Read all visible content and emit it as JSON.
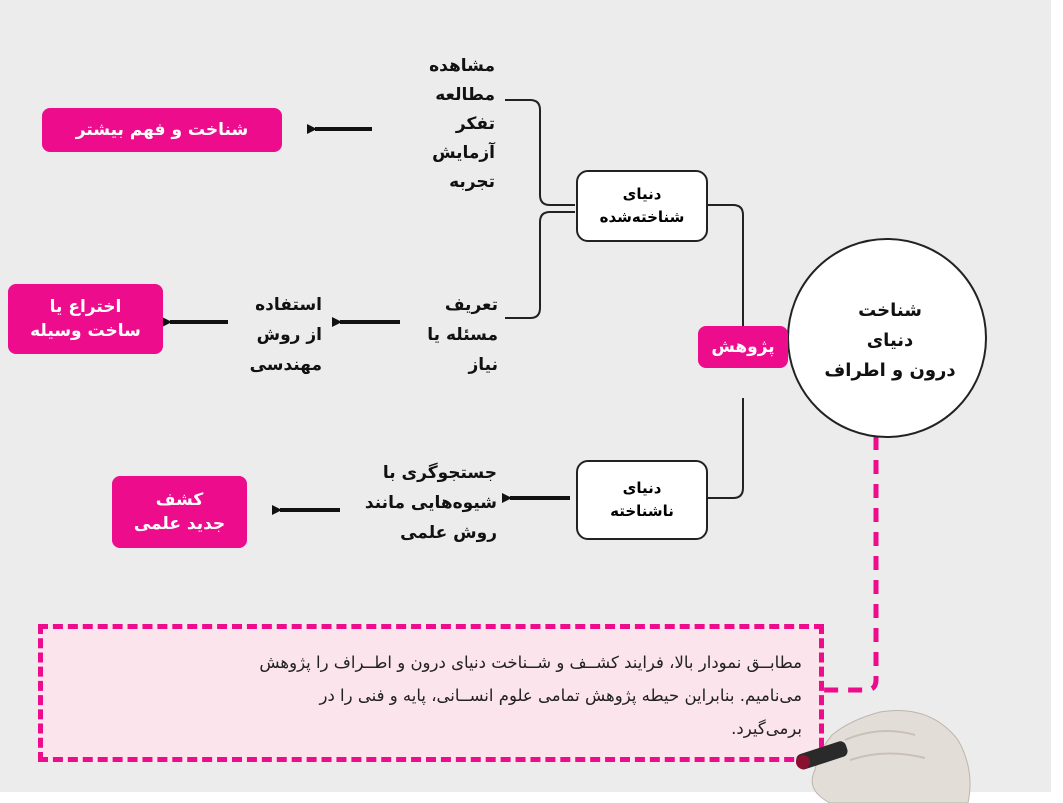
{
  "center": {
    "lines": [
      "شناخت",
      "دنیای",
      "درون و اطراف"
    ]
  },
  "research_label": "پژوهش",
  "known_world": {
    "lines": [
      "دنیای",
      "شناخته‌شده"
    ]
  },
  "unknown_world": {
    "lines": [
      "دنیای",
      "ناشناخته"
    ]
  },
  "methods": {
    "lines": [
      "مشاهده",
      "مطالعه",
      "تفکر",
      "آزمایش",
      "تجربه"
    ]
  },
  "result_understanding": "شناخت  و فهم بیشتر",
  "problem": {
    "lines": [
      "تعریف",
      "مسئله یا",
      "نیاز"
    ]
  },
  "engineering": {
    "lines": [
      "استفاده",
      "از روش",
      "مهندسی"
    ]
  },
  "result_invention": {
    "lines": [
      "اختراع یا",
      "ساخت وسیله"
    ]
  },
  "search": {
    "lines": [
      "جستجوگری با",
      "شیوه‌هایی مانند",
      "روش علمی"
    ]
  },
  "result_discovery": {
    "lines": [
      "کشف",
      "جدید علمی"
    ]
  },
  "note": {
    "lines": [
      "مطابــق نمودار بالا، فرایند کشــف و شــناخت دنیای درون و اطــراف را پژوهش",
      "می‌نامیم. بنابراین حیطه پژوهش تمامی علوم انســانی، پایه و فنی را در",
      "برمی‌گیرد."
    ]
  },
  "colors": {
    "accent": "#ec0c8c",
    "note_bg": "#fce4ec",
    "panel_bg": "#ececec"
  }
}
